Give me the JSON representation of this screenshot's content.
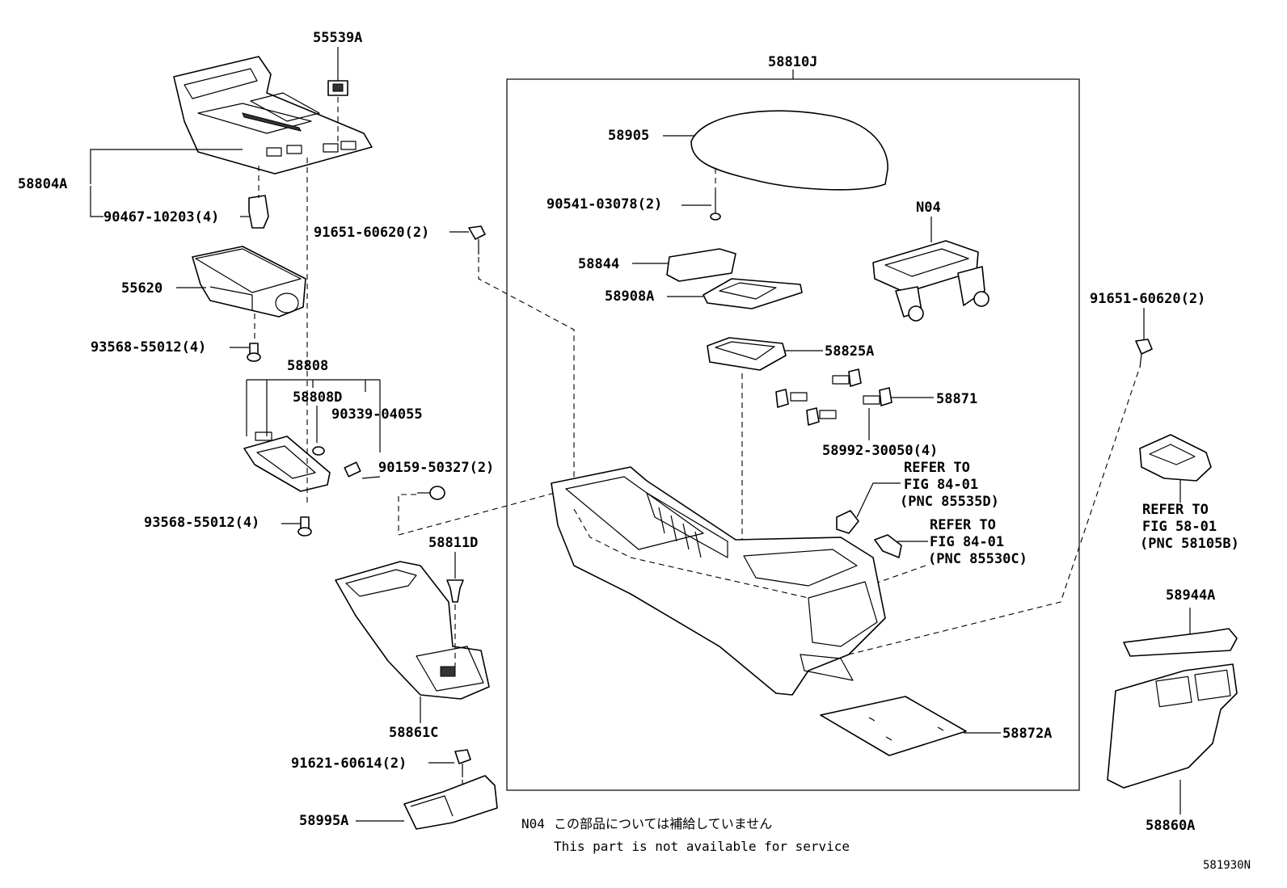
{
  "diagram": {
    "parts": {
      "p55539A": "55539A",
      "p58804A": "58804A",
      "p90467": "90467-10203(4)",
      "p91651_left": "91651-60620(2)",
      "p55620": "55620",
      "p93568_top": "93568-55012(4)",
      "p58808": "58808",
      "p58808D": "58808D",
      "p90339": "90339-04055",
      "p90159": "90159-50327(2)",
      "p93568_bottom": "93568-55012(4)",
      "p58811D": "58811D",
      "p58861C": "58861C",
      "p91621": "91621-60614(2)",
      "p58995A": "58995A",
      "p58810J": "58810J",
      "p58905": "58905",
      "p90541": "90541-03078(2)",
      "pN04": "N04",
      "p58844": "58844",
      "p58908A": "58908A",
      "p58825A": "58825A",
      "p58871": "58871",
      "p58992": "58992-30050(4)",
      "p58872A": "58872A",
      "p91651_right": "91651-60620(2)",
      "p58944A": "58944A",
      "p58860A": "58860A"
    },
    "refs": {
      "ref1": [
        "REFER TO",
        "FIG 84-01",
        "(PNC 85535D)"
      ],
      "ref2": [
        "REFER TO",
        "FIG 84-01",
        "(PNC 85530C)"
      ],
      "ref3": [
        "REFER TO",
        "FIG 58-01",
        "(PNC 58105B)"
      ]
    },
    "note": {
      "code": "N04",
      "jp": "この部品については補給していません",
      "en": "This part is not available for service"
    },
    "figure_id": "581930N"
  }
}
